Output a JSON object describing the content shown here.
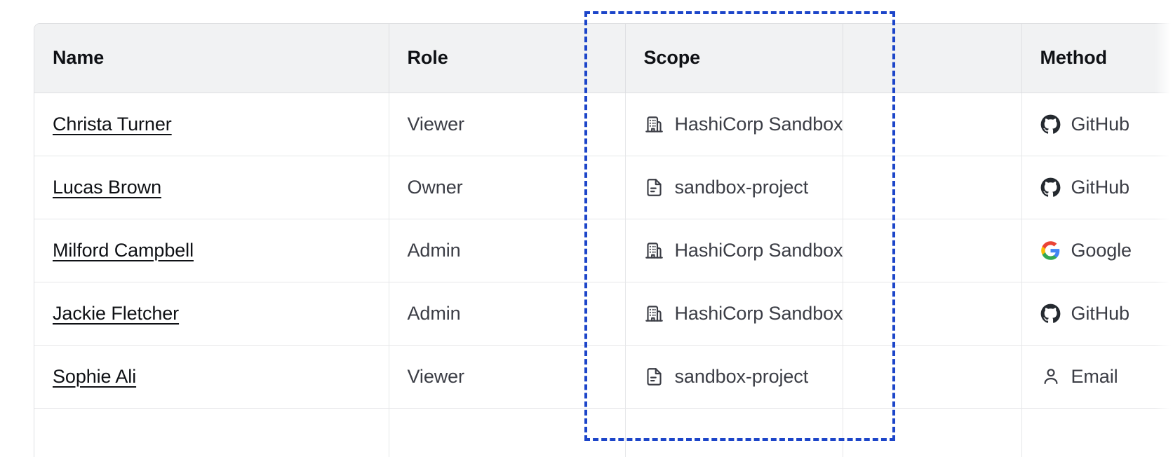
{
  "table": {
    "columns": [
      {
        "key": "name",
        "label": "Name"
      },
      {
        "key": "role",
        "label": "Role"
      },
      {
        "key": "scope",
        "label": "Scope"
      },
      {
        "key": "blank",
        "label": ""
      },
      {
        "key": "method",
        "label": "Method"
      }
    ],
    "rows": [
      {
        "name": "Christa Turner",
        "role": "Viewer",
        "scope": "HashiCorp Sandbox",
        "scope_icon": "organization-building-icon",
        "method": "GitHub",
        "method_icon": "github-icon"
      },
      {
        "name": "Lucas Brown",
        "role": "Owner",
        "scope": "sandbox-project",
        "scope_icon": "project-file-icon",
        "method": "GitHub",
        "method_icon": "github-icon"
      },
      {
        "name": "Milford Campbell",
        "role": "Admin",
        "scope": "HashiCorp Sandbox",
        "scope_icon": "organization-building-icon",
        "method": "Google",
        "method_icon": "google-icon"
      },
      {
        "name": "Jackie Fletcher",
        "role": "Admin",
        "scope": "HashiCorp Sandbox",
        "scope_icon": "organization-building-icon",
        "method": "GitHub",
        "method_icon": "github-icon"
      },
      {
        "name": "Sophie Ali",
        "role": "Viewer",
        "scope": "sandbox-project",
        "scope_icon": "project-file-icon",
        "method": "Email",
        "method_icon": "user-person-icon"
      },
      {
        "name": "",
        "role": "",
        "scope": "",
        "scope_icon": "",
        "method": "",
        "method_icon": ""
      }
    ]
  },
  "selection": {
    "highlighted_column": "Scope",
    "border_color": "#1c45c9",
    "style": "dashed"
  },
  "colors": {
    "header_background": "#f1f2f3",
    "header_text": "#0f1115",
    "body_text": "#3b3d45",
    "link_text": "#0f1115",
    "border": "#dedfe2",
    "row_border": "#e6e7e9",
    "icon": "#3b3d45",
    "google_blue": "#4285f4",
    "google_red": "#ea4335",
    "google_yellow": "#fbbc05",
    "google_green": "#34a853",
    "github_black": "#24292f"
  }
}
